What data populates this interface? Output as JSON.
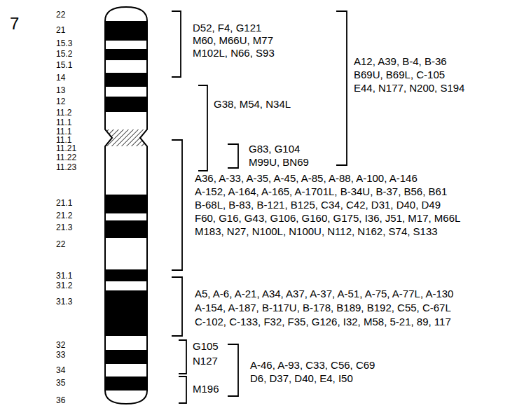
{
  "diagram": {
    "labels": [
      "7",
      "22",
      "21",
      "15.3",
      "15.2",
      "15.1",
      "14",
      "13",
      "12",
      "11.2",
      "11.1",
      "11.1",
      "11.1",
      "11.21",
      "11.22",
      "11.23",
      "21.1",
      "21.2",
      "21.3",
      "22",
      "31.1",
      "31.2",
      "31.3",
      "32",
      "33",
      "34",
      "35",
      "36",
      "D52, F4, G121",
      "M60, M66U, M77",
      "M102L, N66, S93",
      "A12, A39, B-4, B-36",
      "B69U, B69L, C-105",
      "E44, N177, N200, S194",
      "G38, M54, N34L",
      "G83, G104",
      "M99U, BN69",
      "A36, A-33, A-35, A-45, A-85, A-88, A-100, A-146",
      "A-152, A-164, A-165, A-1701L, B-34U, B-37, B56, B61",
      "B-68L, B-83, B-121, B125, C34, C42, D31, D40, D49",
      "F60, G16, G43, G106, G160, G175, I36, J51, M17, M66L",
      "M183, N27, N100L, N100U, N112, N162, S74, S133",
      "A5, A-6, A-21, A34, A37, A-37, A-51, A-75, A-77L, A-130",
      "A-154, A-187, B-117U, B-178, B189, B192, C55, C-67L",
      "C-102, C-133, F32, F35, G126, I32, M58, 5-21, 89, 117",
      "G105",
      "N127",
      "M196",
      "A-46, A-93, C33, C56, C69",
      "D6, D37, D40, E4, I50"
    ]
  }
}
